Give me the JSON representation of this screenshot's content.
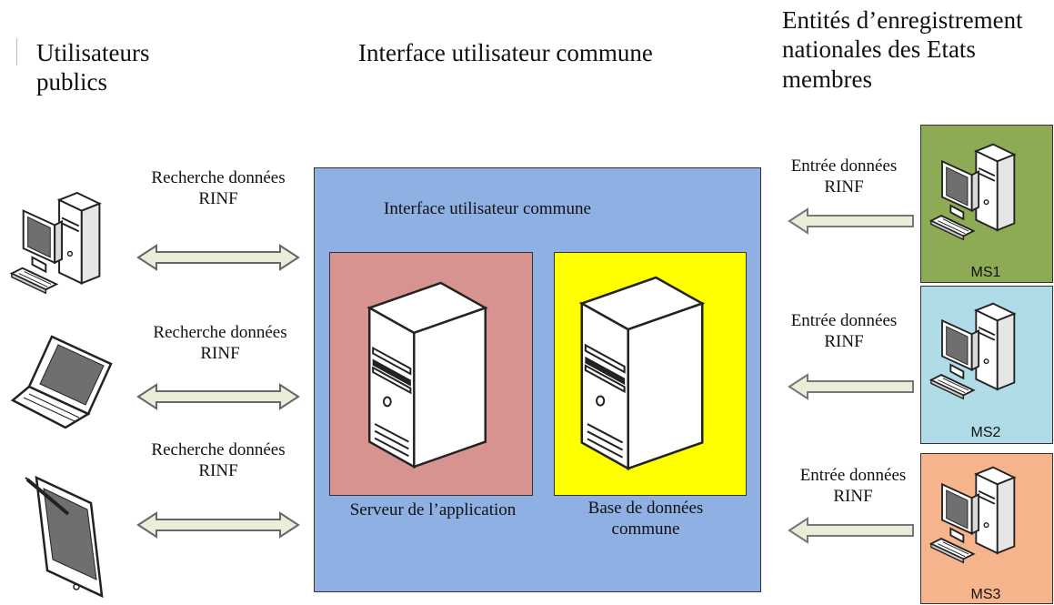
{
  "headers": {
    "public_users": "Utilisateurs\npublics",
    "common_interface": "Interface utilisateur commune",
    "national_entities": "Entités d’enregistrement\nnationales des Etats\nmembres"
  },
  "left_links": [
    {
      "label": "Recherche données\nRINF"
    },
    {
      "label": "Recherche données\nRINF"
    },
    {
      "label": "Recherche données\nRINF"
    }
  ],
  "central": {
    "title": "Interface utilisateur commune",
    "app_server_label": "Serveur de l’application",
    "database_label": "Base de données\ncommune"
  },
  "right_links": [
    {
      "label": "Entrée données\nRINF",
      "ms": "MS1"
    },
    {
      "label": "Entrée données\nRINF",
      "ms": "MS2"
    },
    {
      "label": "Entrée données\nRINF",
      "ms": "MS3"
    }
  ],
  "colors": {
    "central_bg": "#8EB0E3",
    "app_server_bg": "#D69390",
    "database_bg": "#FFFF00",
    "ms1_bg": "#8DAA54",
    "ms2_bg": "#AFDCE6",
    "ms3_bg": "#F6B48C",
    "arrow_fill": "#E9EED9"
  },
  "icons": {
    "desktop": "desktop-computer-icon",
    "laptop": "laptop-icon",
    "tablet": "tablet-icon",
    "server": "server-icon"
  }
}
